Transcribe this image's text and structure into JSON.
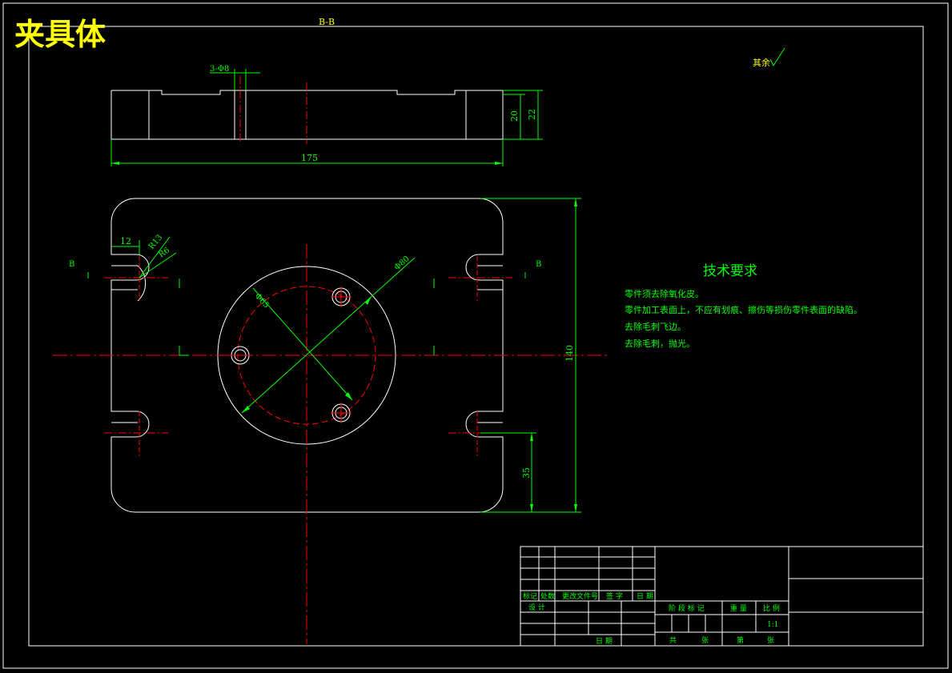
{
  "drawing": {
    "title": "夹具体",
    "section_label": "B-B",
    "roughness_note": "其余",
    "section_marker": "B"
  },
  "dimensions": {
    "holes_top": "3-Φ8",
    "length_175": "175",
    "height_20": "20",
    "height_22": "22",
    "width_12": "12",
    "radius_r13": "R13",
    "radius_r6": "R6",
    "diameter_80": "Φ80",
    "diameter_65": "Φ65",
    "height_140": "140",
    "offset_35": "35"
  },
  "tech_requirements": {
    "heading": "技术要求",
    "items": [
      "零件须去除氧化皮。",
      "零件加工表面上，不应有划痕、擦伤等损伤零件表面的缺陷。",
      "去除毛刺飞边。",
      "去除毛刺，抛光。"
    ]
  },
  "title_block": {
    "rev_headers": [
      "标记",
      "处数",
      "更改文件号",
      "签 字",
      "日 期"
    ],
    "design": "设 计",
    "date_label": "日 期",
    "stage_mark": "阶 段 标 记",
    "weight": "重 量",
    "scale": "比 例",
    "scale_value": "1:1",
    "sheets_total": "共",
    "sheets_total_unit": "张",
    "sheet_no": "第",
    "sheet_no_unit": "张"
  },
  "colors": {
    "outline": "#ffffff",
    "dimension": "#00ff00",
    "centerline": "#ff0000",
    "title": "#ffff00",
    "text": "#00ff00"
  }
}
